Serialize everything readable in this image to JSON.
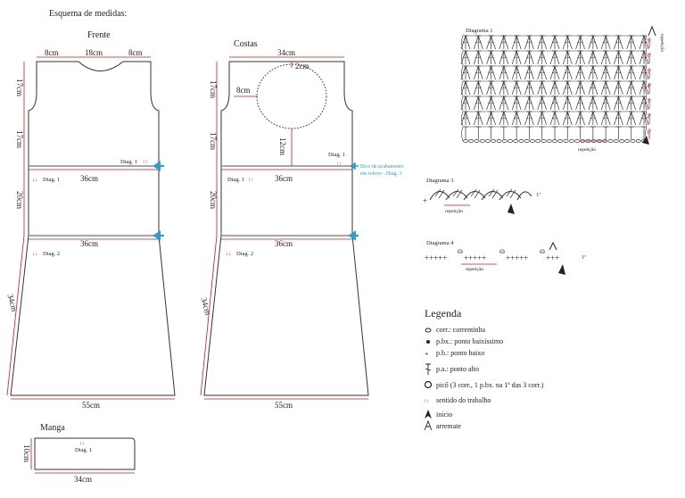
{
  "page": {
    "heading": "Esquema de medidas:"
  },
  "front": {
    "title": "Frente",
    "shoulder_left": "8cm",
    "neck": "18cm",
    "shoulder_right": "8cm",
    "armhole": "17cm",
    "side_upper": "17cm",
    "diag1_top": "Diag. 1",
    "diag1_left": "Diag. 1",
    "width_bust": "36cm",
    "mid_height": "20cm",
    "width_waist": "36cm",
    "diag2": "Diag. 2",
    "skirt_side": "34cm",
    "hem": "55cm"
  },
  "back": {
    "title": "Costas",
    "top_width": "34cm",
    "neck_depth": "2cm",
    "neck_width": "8cm",
    "neck_height": "12cm",
    "armhole": "17cm",
    "side_upper": "17cm",
    "diag1_right": "Diag. 1",
    "diag1_left": "Diag. 1",
    "picot_note_1": "Bico de acabamento",
    "picot_note_2": "em relevo - Diag. 3",
    "width_bust": "36cm",
    "mid_height": "20cm",
    "width_waist": "36cm",
    "diag2": "Diag. 2",
    "skirt_side": "34cm",
    "hem": "55cm"
  },
  "sleeve": {
    "title": "Manga",
    "height": "10cm",
    "diag": "Diag. 1",
    "width": "34cm"
  },
  "diagram1": {
    "title": "Diagrama 1",
    "repeat": "repetição",
    "side_label": "repetição",
    "rows": [
      "1ª",
      "2ª",
      "3ª",
      "4ª",
      "5ª",
      "6ª",
      "7ª"
    ]
  },
  "diagram3": {
    "title": "Diagrama 3",
    "repeat": "repetição",
    "row": "1ª"
  },
  "diagram4": {
    "title": "Diagrama 4",
    "repeat": "repetição",
    "row": "1ª"
  },
  "legend": {
    "title": "Legenda",
    "items": [
      {
        "icon": "chain-icon",
        "text": "corr.: correntinha"
      },
      {
        "icon": "slip-stitch-icon",
        "text": "p.bx.: ponto baixíssimo"
      },
      {
        "icon": "single-crochet-icon",
        "text": "p.b.: ponto baixo"
      },
      {
        "icon": "double-crochet-icon",
        "text": "p.a.: ponto alto"
      },
      {
        "icon": "picot-icon",
        "text": "picô (3 corr., 1 p.bx. na 1ª das 3 corr.)"
      },
      {
        "icon": "direction-arrows-icon",
        "text": "sentido do trabalho"
      },
      {
        "icon": "start-icon",
        "text": "início"
      },
      {
        "icon": "finish-icon",
        "text": "arremate"
      }
    ]
  },
  "colors": {
    "line": "#333333",
    "measure": "#d11111",
    "arrow": "#2a9fd6",
    "guide": "#888888"
  }
}
